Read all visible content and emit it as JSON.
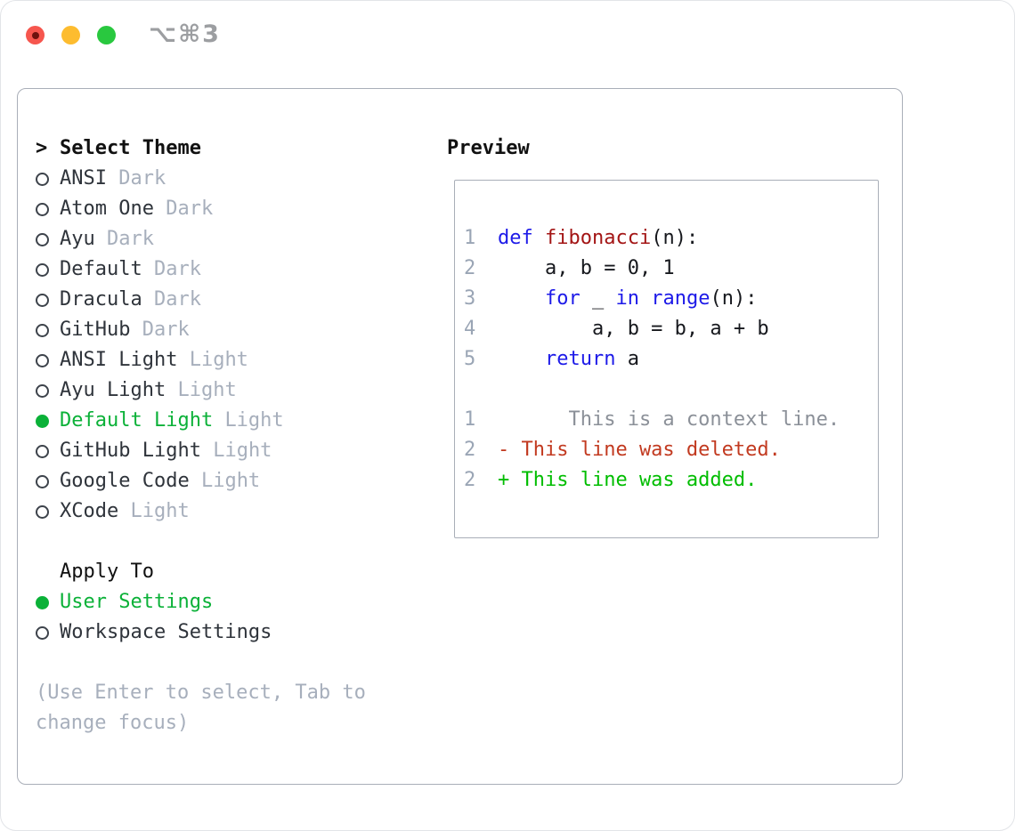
{
  "window": {
    "title": "⌥⌘3",
    "traffic_lights": [
      "close",
      "minimize",
      "zoom"
    ]
  },
  "colors": {
    "accent_green": "#0bb138",
    "diff_added_green": "#00bd00",
    "diff_deleted_red": "#c23a20",
    "keyword_blue": "#1d1ae8",
    "function_red": "#a31515",
    "context_gray": "#8b9098",
    "muted_gray": "#a7afbc",
    "line_number_gray": "#9aa5b5",
    "border_gray": "#a9aeb8",
    "traffic_red": "#f6564e",
    "traffic_yellow": "#fdbc2f",
    "traffic_green": "#29c83f"
  },
  "theme_picker": {
    "header_prompt": ">",
    "header": "Select Theme",
    "themes": [
      {
        "name": "ANSI",
        "tag": "Dark",
        "selected": false
      },
      {
        "name": "Atom One",
        "tag": "Dark",
        "selected": false
      },
      {
        "name": "Ayu",
        "tag": "Dark",
        "selected": false
      },
      {
        "name": "Default",
        "tag": "Dark",
        "selected": false
      },
      {
        "name": "Dracula",
        "tag": "Dark",
        "selected": false
      },
      {
        "name": "GitHub",
        "tag": "Dark",
        "selected": false
      },
      {
        "name": "ANSI Light",
        "tag": "Light",
        "selected": false
      },
      {
        "name": "Ayu Light",
        "tag": "Light",
        "selected": false
      },
      {
        "name": "Default Light",
        "tag": "Light",
        "selected": true
      },
      {
        "name": "GitHub Light",
        "tag": "Light",
        "selected": false
      },
      {
        "name": "Google Code",
        "tag": "Light",
        "selected": false
      },
      {
        "name": "XCode",
        "tag": "Light",
        "selected": false
      }
    ]
  },
  "apply_to": {
    "header": "Apply To",
    "options": [
      {
        "label": "User Settings",
        "selected": true
      },
      {
        "label": "Workspace Settings",
        "selected": false
      }
    ]
  },
  "hint": "(Use Enter to select, Tab to change focus)",
  "preview": {
    "label": "Preview",
    "lines": [
      {
        "num": "1",
        "segs": [
          {
            "t": "def",
            "c": "kw"
          },
          {
            "t": " ",
            "c": "pl"
          },
          {
            "t": "fibonacci",
            "c": "fn"
          },
          {
            "t": "(n):",
            "c": "pl"
          }
        ]
      },
      {
        "num": "2",
        "segs": [
          {
            "t": "    a, b = 0, 1",
            "c": "pl"
          }
        ]
      },
      {
        "num": "3",
        "segs": [
          {
            "t": "    ",
            "c": "pl"
          },
          {
            "t": "for",
            "c": "kw"
          },
          {
            "t": " _ ",
            "c": "pl"
          },
          {
            "t": "in",
            "c": "kw"
          },
          {
            "t": " ",
            "c": "pl"
          },
          {
            "t": "range",
            "c": "kw"
          },
          {
            "t": "(n):",
            "c": "pl"
          }
        ]
      },
      {
        "num": "4",
        "segs": [
          {
            "t": "        a, b = b, a + b",
            "c": "pl"
          }
        ]
      },
      {
        "num": "5",
        "segs": [
          {
            "t": "    ",
            "c": "pl"
          },
          {
            "t": "return",
            "c": "kw"
          },
          {
            "t": " a",
            "c": "pl"
          }
        ]
      },
      {
        "num": "",
        "segs": []
      },
      {
        "num": "1",
        "segs": [
          {
            "t": "      This is a context line.",
            "c": "ctx"
          }
        ]
      },
      {
        "num": "2",
        "segs": [
          {
            "t": "- This line was deleted.",
            "c": "del"
          }
        ]
      },
      {
        "num": "2",
        "segs": [
          {
            "t": "+ This line was added.",
            "c": "add"
          }
        ]
      }
    ]
  }
}
